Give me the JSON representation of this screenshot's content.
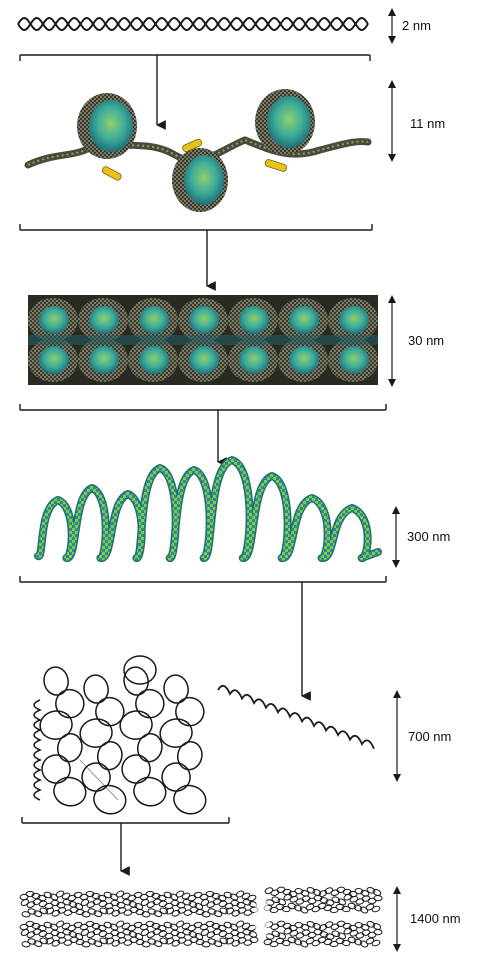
{
  "levels": [
    {
      "id": "dna",
      "label": "2 nm"
    },
    {
      "id": "nucleosome",
      "label": "11 nm"
    },
    {
      "id": "solenoid",
      "label": "30 nm"
    },
    {
      "id": "loops",
      "label": "300 nm"
    },
    {
      "id": "coiled",
      "label": "700 nm"
    },
    {
      "id": "chromatid",
      "label": "1400 nm"
    }
  ],
  "colors": {
    "ink": "#1a1a1a",
    "core_green": "#6fb84a",
    "core_cyan": "#2aa6b8",
    "wrap_dark": "#3a3a32",
    "linker_yellow": "#e8c21a",
    "fiber_green": "#8cc63f",
    "fiber_teal": "#1f8f98"
  }
}
